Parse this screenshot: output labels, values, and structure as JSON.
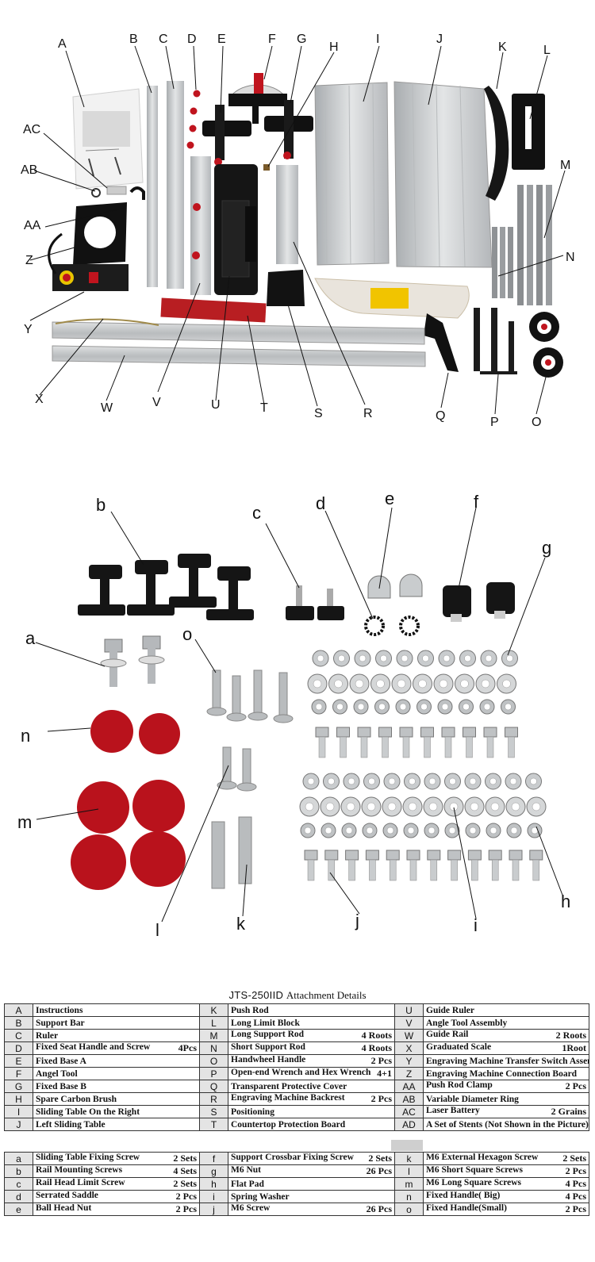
{
  "photo_top": {
    "labels": [
      "A",
      "B",
      "C",
      "D",
      "E",
      "F",
      "G",
      "H",
      "I",
      "J",
      "K",
      "L",
      "M",
      "N",
      "O",
      "P",
      "Q",
      "R",
      "S",
      "T",
      "U",
      "V",
      "W",
      "X",
      "Y",
      "Z",
      "AA",
      "AB",
      "AC"
    ]
  },
  "photo_bottom": {
    "labels": [
      "a",
      "b",
      "c",
      "d",
      "e",
      "f",
      "g",
      "h",
      "i",
      "j",
      "k",
      "l",
      "m",
      "n",
      "o"
    ]
  },
  "table_title": {
    "model": "JTS-250IID",
    "text": "Attachment Details"
  },
  "table_upper": [
    [
      {
        "code": "A",
        "name": "Instructions",
        "qty": ""
      },
      {
        "code": "K",
        "name": "Push Rod",
        "qty": ""
      },
      {
        "code": "U",
        "name": "Guide Ruler",
        "qty": ""
      }
    ],
    [
      {
        "code": "B",
        "name": "Support Bar",
        "qty": ""
      },
      {
        "code": "L",
        "name": "Long Limit Block",
        "qty": ""
      },
      {
        "code": "V",
        "name": "Angle Tool Assembly",
        "qty": ""
      }
    ],
    [
      {
        "code": "C",
        "name": "Ruler",
        "qty": ""
      },
      {
        "code": "M",
        "name": "Long Support Rod",
        "qty": "4 Roots"
      },
      {
        "code": "W",
        "name": "Guide Rail",
        "qty": "2 Roots"
      }
    ],
    [
      {
        "code": "D",
        "name": "Fixed Seat Handle and Screw",
        "qty": "4Pcs"
      },
      {
        "code": "N",
        "name": "Short Support Rod",
        "qty": "4 Roots"
      },
      {
        "code": "X",
        "name": "Graduated Scale",
        "qty": "1Root"
      }
    ],
    [
      {
        "code": "E",
        "name": "Fixed Base A",
        "qty": ""
      },
      {
        "code": "O",
        "name": "Handwheel Handle",
        "qty": "2 Pcs"
      },
      {
        "code": "Y",
        "name": "Engraving Machine Transfer Switch Assembly",
        "qty": ""
      }
    ],
    [
      {
        "code": "F",
        "name": "Angel Tool",
        "qty": ""
      },
      {
        "code": "P",
        "name": "Open-end Wrench and Hex Wrench",
        "qty": "4+1"
      },
      {
        "code": "Z",
        "name": "Engraving Machine Connection Board",
        "qty": ""
      }
    ],
    [
      {
        "code": "G",
        "name": "Fixed Base B",
        "qty": ""
      },
      {
        "code": "Q",
        "name": "Transparent Protective Cover",
        "qty": ""
      },
      {
        "code": "AA",
        "name": "Push Rod Clamp",
        "qty": "2 Pcs"
      }
    ],
    [
      {
        "code": "H",
        "name": "Spare Carbon Brush",
        "qty": ""
      },
      {
        "code": "R",
        "name": "Engraving Machine Backrest",
        "qty": "2 Pcs"
      },
      {
        "code": "AB",
        "name": "Variable Diameter Ring",
        "qty": ""
      }
    ],
    [
      {
        "code": "I",
        "name": "Sliding Table On the Right",
        "qty": ""
      },
      {
        "code": "S",
        "name": "Positioning",
        "qty": ""
      },
      {
        "code": "AC",
        "name": "Laser Battery",
        "qty": "2 Grains"
      }
    ],
    [
      {
        "code": "J",
        "name": "Left Sliding Table",
        "qty": ""
      },
      {
        "code": "T",
        "name": "Countertop Protection Board",
        "qty": ""
      },
      {
        "code": "AD",
        "name": "A Set of Stents (Not Shown in the Picture)",
        "qty": ""
      }
    ]
  ],
  "table_lower": [
    [
      {
        "code": "a",
        "name": "Sliding Table Fixing Screw",
        "qty": "2 Sets"
      },
      {
        "code": "f",
        "name": "Support Crossbar Fixing Screw",
        "qty": "2 Sets"
      },
      {
        "code": "k",
        "name": "M6 External Hexagon Screw",
        "qty": "2 Sets"
      }
    ],
    [
      {
        "code": "b",
        "name": "Rail Mounting Screws",
        "qty": "4 Sets"
      },
      {
        "code": "g",
        "name": "M6 Nut",
        "qty": "26 Pcs"
      },
      {
        "code": "l",
        "name": "M6 Short Square Screws",
        "qty": "2 Pcs"
      }
    ],
    [
      {
        "code": "c",
        "name": "Rail Head Limit Screw",
        "qty": "2 Sets"
      },
      {
        "code": "h",
        "name": "Flat Pad",
        "qty": ""
      },
      {
        "code": "m",
        "name": "M6 Long Square Screws",
        "qty": "4 Pcs"
      }
    ],
    [
      {
        "code": "d",
        "name": "Serrated Saddle",
        "qty": "2 Pcs"
      },
      {
        "code": "i",
        "name": "Spring Washer",
        "qty": ""
      },
      {
        "code": "n",
        "name": "Fixed Handle( Big)",
        "qty": "4 Pcs"
      }
    ],
    [
      {
        "code": "e",
        "name": "Ball Head Nut",
        "qty": "2 Pcs"
      },
      {
        "code": "j",
        "name": "M6 Screw",
        "qty": "26 Pcs"
      },
      {
        "code": "o",
        "name": "Fixed Handle(Small)",
        "qty": "2 Pcs"
      }
    ]
  ],
  "colors": {
    "aluminum": "#c9ccce",
    "black_part": "#1a1a1a",
    "red_knob": "#c0141e",
    "cell_shade": "#e4e4e4"
  }
}
